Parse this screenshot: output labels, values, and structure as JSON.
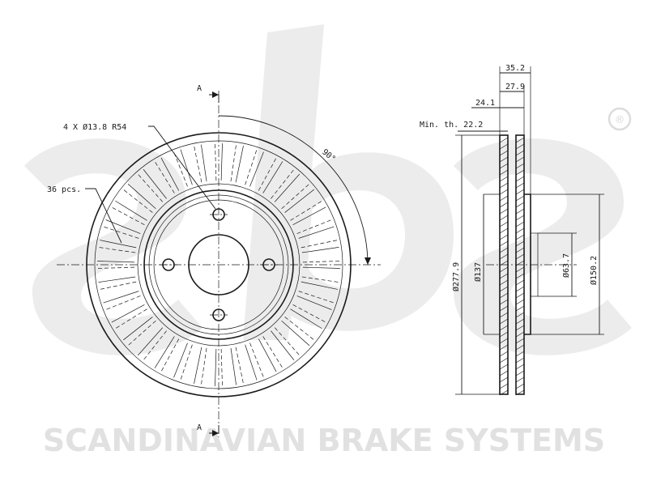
{
  "brand": {
    "name": "SCANDINAVIAN BRAKE SYSTEMS",
    "registered_mark": "®",
    "watermark_color": "#e6e6e6",
    "logo_letters": "sbs"
  },
  "front_view": {
    "section_label_top": "A",
    "section_label_bottom": "A",
    "holes_note": "4 X Ø13.8 R54",
    "vents_note": "36 pcs.",
    "angle_note": "90°",
    "vent_count": 36,
    "bolt_holes": 4
  },
  "section_view": {
    "min_thickness_label": "Min. th. 22.2",
    "dimensions": {
      "overall_height": "35.2",
      "hat_height": "27.9",
      "disc_thickness": "24.1",
      "outer_diameter": "Ø277.9",
      "pitch_diameter": "Ø137",
      "center_bore": "Ø63.7",
      "hat_diameter": "Ø150.2"
    }
  },
  "colors": {
    "line": "#1a1a1a",
    "background": "#ffffff"
  }
}
